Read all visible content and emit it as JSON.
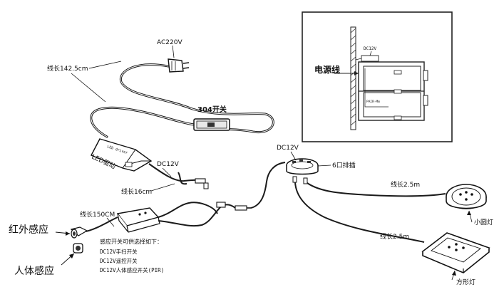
{
  "labels": {
    "ac_input": "AC220V",
    "cable_main": "线长142.5cm",
    "switch_304": "304开关",
    "driver_body_text": "LED driver",
    "led_driver": "LED驱动",
    "dc_out_1": "DC12V",
    "cable_16": "线长16cm",
    "cable_150": "线长150CM",
    "infrared_sensor": "红外感应",
    "body_sensor": "人体感应",
    "sensor_note_title": "感应开关可供选择如下：",
    "sensor_options": [
      "DC12V手扫开关",
      "DC12V遥控开关",
      "DC12V人体感应开关(PIR)"
    ],
    "dc_out_2": "DC12V",
    "hub_6port": "6口排插",
    "cable_25_a": "线长2.5m",
    "cable_25_b": "线长2.5m",
    "round_light": "小圆灯",
    "square_light": "方形灯",
    "inset_dc": "DC12V",
    "inset_power_line": "电源线",
    "inset_small_label": "PAIR-Mm"
  }
}
